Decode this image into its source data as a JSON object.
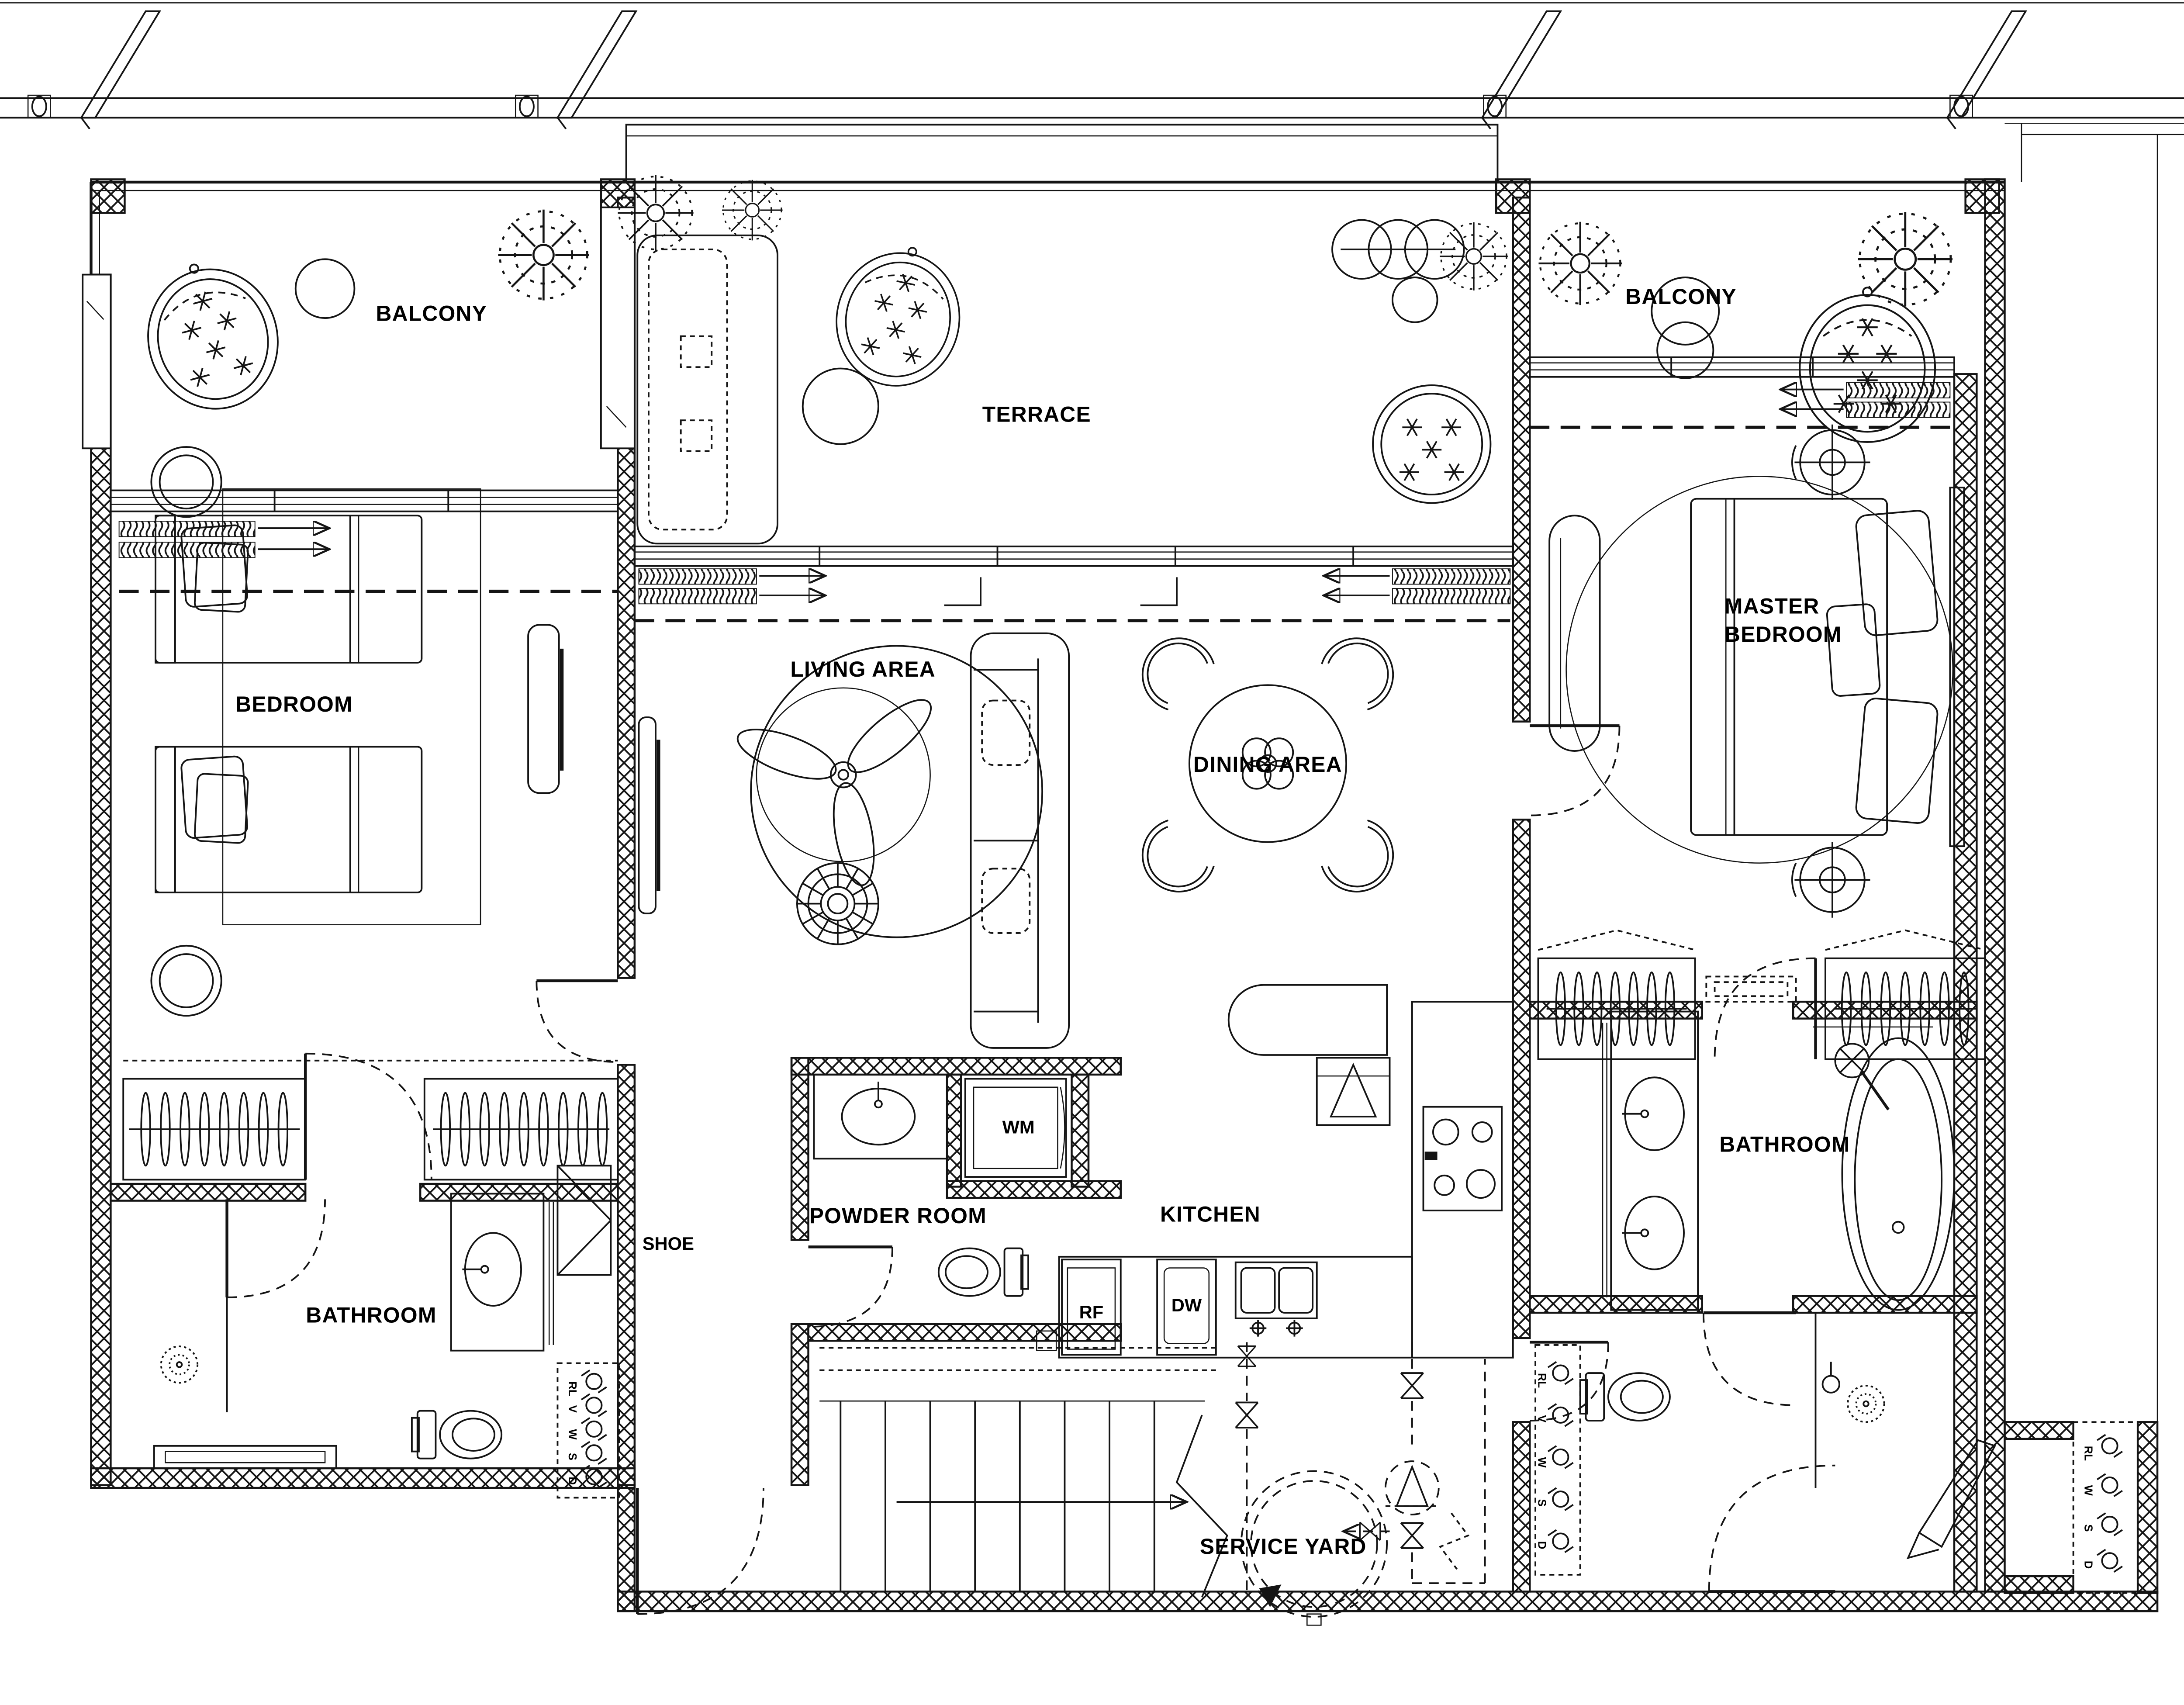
{
  "drawing_type": "apartment floor plan",
  "colors": {
    "line": "#141414",
    "background": "#ffffff"
  },
  "labels": {
    "balcony_left": "BALCONY",
    "terrace": "TERRACE",
    "balcony_right": "BALCONY",
    "bedroom": "BEDROOM",
    "living_area": "LIVING AREA",
    "dining_area": "DINING AREA",
    "master_line1": "MASTER",
    "master_line2": "BEDROOM",
    "bathroom_left": "BATHROOM",
    "bathroom_right": "BATHROOM",
    "shoe": "SHOE",
    "powder_room": "POWDER ROOM",
    "washing_machine": "WM",
    "kitchen": "KITCHEN",
    "refrigerator": "RF",
    "dishwasher": "DW",
    "service_yard": "SERVICE YARD"
  },
  "riser_labels": [
    "RL",
    "V",
    "W",
    "S",
    "D"
  ],
  "riser_labels_right": [
    "RL",
    "W",
    "S",
    "D"
  ]
}
